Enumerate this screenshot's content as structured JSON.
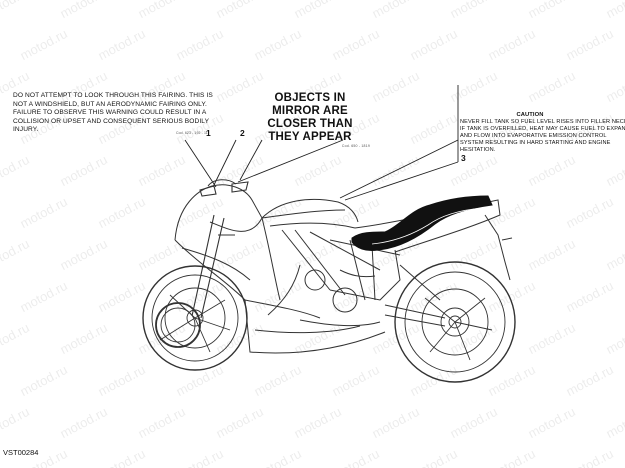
{
  "watermark_text": "motod.ru",
  "labels": {
    "label1_text": "DO NOT ATTEMPT TO LOOK THROUGH THIS FAIRING. THIS IS NOT A WINDSHIELD, BUT AN AERODYNAMIC FAIRING ONLY. FAILURE TO OBSERVE THIS WARNING COULD RESULT IN A COLLISION OR UPSET AND CONSEQUENT SERIOUS BODILY INJURY.",
    "label1_small": "Cod. 623 - 192 - 11",
    "label2_text": "OBJECTS IN MIRROR ARE CLOSER THAN THEY APPEAR",
    "label2_small": "Cod. 650 - 1819",
    "label3_heading": "CAUTION",
    "label3_text": "NEVER FILL TANK SO FUEL LEVEL RISES INTO FILLER NECK. IF TANK IS OVERFILLED, HEAT MAY CAUSE FUEL TO EXPAND AND FLOW INTO EVAPORATIVE EMISSION CONTROL SYSTEM RESULTING IN HARD STARTING AND ENGINE HESITATION."
  },
  "callouts": [
    "1",
    "2",
    "3"
  ],
  "figure_code": "VST00284"
}
